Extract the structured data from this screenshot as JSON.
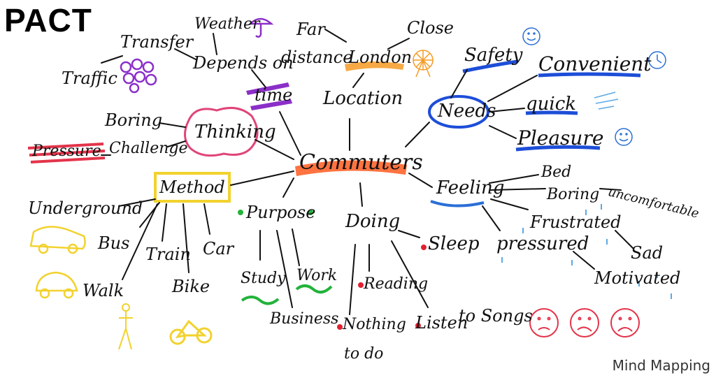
{
  "title": "PACT",
  "subtitle": "Mind Mapping",
  "colors": {
    "ink": "#111111",
    "commuters": "#ff5a1f",
    "london": "#f59a23",
    "time": "#8b2fc9",
    "needs": "#1d4ed8",
    "feeling": "#2b6fd6",
    "thinking": "#e0457a",
    "pressure": "#e3344b",
    "method": "#f2d22e",
    "green": "#22b33a",
    "red_dot": "#e02030",
    "tears": "#5aa9e6"
  },
  "icons": [
    "umbrella-icon",
    "ferris-wheel-icon",
    "crowd-icon",
    "smiley-icon",
    "clock-icon",
    "speed-icon",
    "car-icon",
    "taxi-icon",
    "walker-icon",
    "bicycle-icon",
    "sad-face-icon",
    "raindrop-icon"
  ],
  "nodes": {
    "commuters": "Commuters",
    "location": "Location",
    "london": "London",
    "far": "Far",
    "close": "Close",
    "depends_on": "Depends on",
    "distance": "distance",
    "weather": "Weather",
    "transfer": "Transfer",
    "traffic": "Traffic",
    "time": "time",
    "thinking": "Thinking",
    "boring_t": "Boring",
    "challenge": "Challenge",
    "pressure": "Pressure",
    "method": "Method",
    "underground": "Underground",
    "bus": "Bus",
    "train": "Train",
    "car": "Car",
    "walk": "Walk",
    "bike": "Bike",
    "purpose": "Purpose",
    "study": "Study",
    "work": "Work",
    "business": "Business",
    "doing": "Doing",
    "sleep": "Sleep",
    "reading": "Reading",
    "nothing": "Nothing",
    "to_do": "to do",
    "listen": "Listen",
    "to_songs": "to Songs",
    "needs": "Needs",
    "safety": "Safety",
    "convenient": "Convenient",
    "quick": "quick",
    "pleasure": "Pleasure",
    "feeling": "Feeling",
    "bed": "Bed",
    "boring_f": "Boring",
    "uncomfortable": "uncomfortable",
    "frustrated": "Frustrated",
    "pressured": "pressured",
    "sad": "Sad",
    "motivated": "Motivated"
  }
}
